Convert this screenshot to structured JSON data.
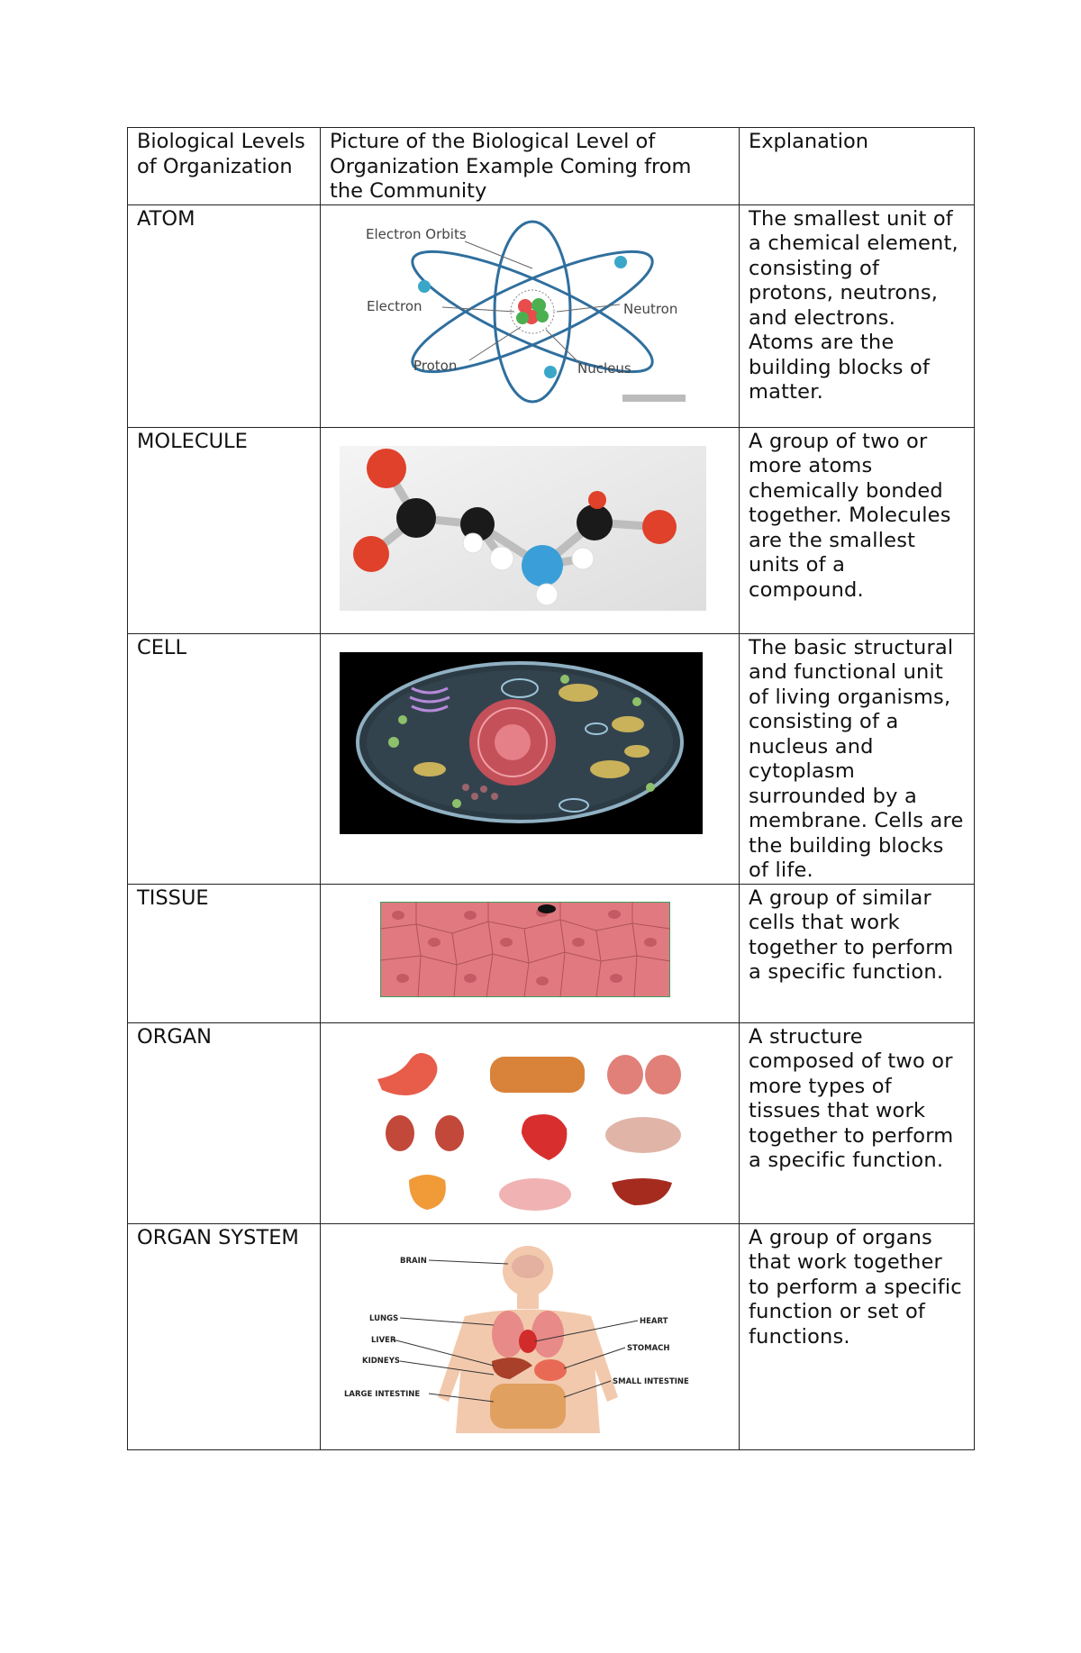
{
  "table": {
    "headers": [
      "Biological Levels of Organization",
      "Picture of the Biological Level of Organization Example Coming from the Community",
      "Explanation"
    ],
    "rows": [
      {
        "level": "ATOM",
        "picture": "atom-diagram",
        "labels": [
          "Electron Orbits",
          "Electron",
          "Neutron",
          "Proton",
          "Nucleus"
        ],
        "explanation": "The smallest unit of a chemical element, consisting of protons, neutrons, and electrons. Atoms are the building blocks of matter."
      },
      {
        "level": "MOLECULE",
        "picture": "molecule-model",
        "explanation": "A group of two or more atoms chemically bonded together. Molecules are the smallest units of a compound."
      },
      {
        "level": "CELL",
        "picture": "cell-illustration",
        "explanation": "The basic structural and functional unit of living organisms, consisting of a nucleus and cytoplasm surrounded by a membrane. Cells are the building blocks of life."
      },
      {
        "level": "TISSUE",
        "picture": "tissue-illustration",
        "explanation": " A group of similar cells that work together to perform a specific function."
      },
      {
        "level": "ORGAN",
        "picture": "organs-illustration",
        "explanation": " A structure composed of two or more types of tissues that work together to perform a specific function."
      },
      {
        "level": "ORGAN SYSTEM",
        "picture": "organ-system-illustration",
        "labels": [
          "BRAIN",
          "LUNGS",
          "LIVER",
          "KIDNEYS",
          "LARGE INTESTINE",
          "HEART",
          "STOMACH",
          "SMALL INTESTINE"
        ],
        "explanation": " A group of organs that work together to perform a specific function or set of functions."
      }
    ]
  },
  "colors": {
    "orbit": "#2f6f9e",
    "electron": "#3aa7c9",
    "oxygen": "#e0412b",
    "carbon": "#1a1a1a",
    "nitrogen": "#3a9fd8",
    "cell_background": "#000000",
    "tissue": "#e07a80",
    "organ_red": "#e05a48"
  }
}
